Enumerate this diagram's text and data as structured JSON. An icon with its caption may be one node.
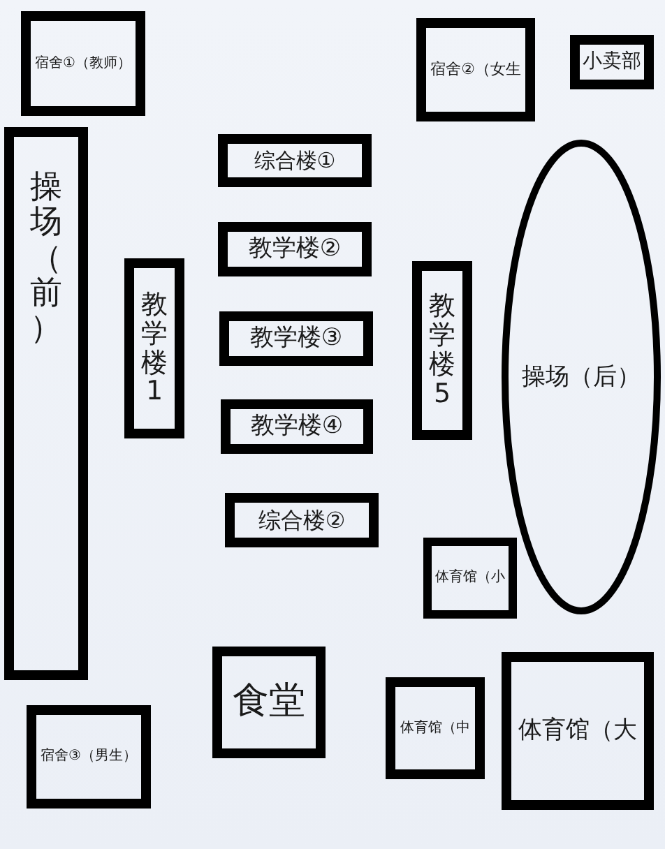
{
  "diagram": {
    "nodes": [
      {
        "text": [
          "宿舍①（教师）"
        ]
      },
      {
        "text": [
          "宿舍②（女生"
        ]
      },
      {
        "text": [
          "小卖部"
        ]
      },
      {
        "text": [
          "操场（前）"
        ]
      },
      {
        "text": [
          "综合楼①"
        ]
      },
      {
        "text": [
          "教学楼②"
        ]
      },
      {
        "text": [
          "教学楼1"
        ]
      },
      {
        "text": [
          "教学楼5"
        ]
      },
      {
        "text": [
          "操场（后）"
        ]
      },
      {
        "text": [
          "教学楼③"
        ]
      },
      {
        "text": [
          "教学楼④"
        ]
      },
      {
        "text": [
          "综合楼②"
        ]
      },
      {
        "text": [
          "体育馆（小"
        ]
      },
      {
        "text": [
          "食堂"
        ]
      },
      {
        "text": [
          "体育馆（中"
        ]
      },
      {
        "text": [
          "体育馆（大"
        ]
      },
      {
        "text": [
          "宿舍③（男生）"
        ]
      }
    ]
  }
}
